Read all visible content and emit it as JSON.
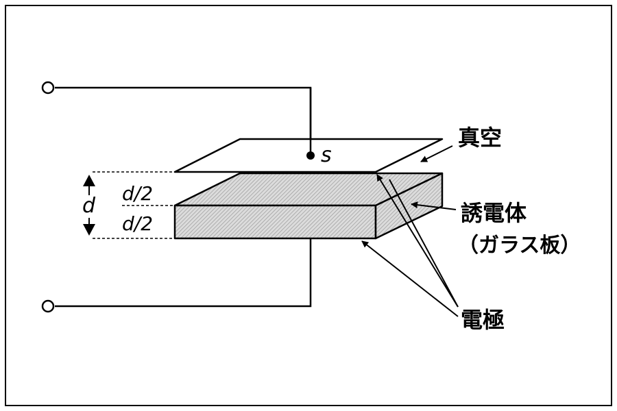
{
  "figure": {
    "plate_area_symbol": "s",
    "gap_total_symbol": "d",
    "half_gap_upper": "d/2",
    "half_gap_lower": "d/2",
    "vacuum_label": "真空",
    "dielectric_label": "誘電体",
    "dielectric_sub_label": "（ガラス板）",
    "electrode_label": "電極"
  },
  "colors": {
    "line": "#000000",
    "dielectric_fill": "#dcdcdc",
    "hatch": "#9a9a9a",
    "background": "#ffffff"
  }
}
